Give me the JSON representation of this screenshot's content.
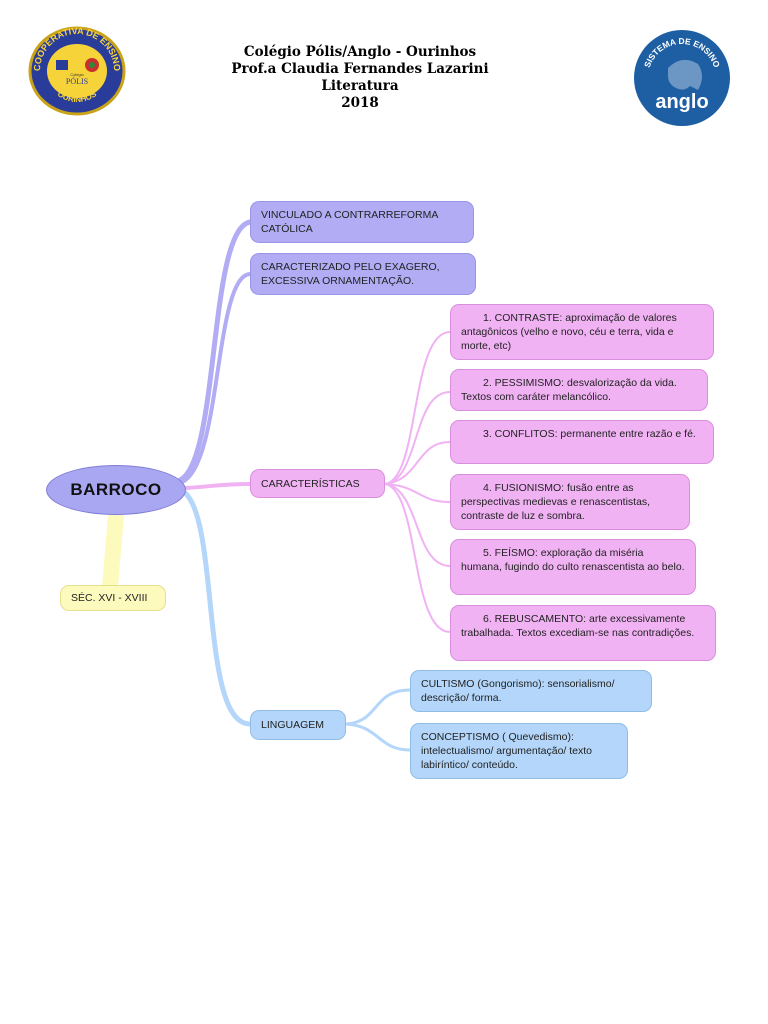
{
  "header": {
    "line1": "Colégio Pólis/Anglo - Ourinhos",
    "line2": "Prof.a Claudia Fernandes Lazarini",
    "line3": "Literatura",
    "line4": "2018"
  },
  "logos": {
    "left_ring_top": "COOPERATIVA DE ENSINO",
    "left_ring_bottom": "OURINHOS",
    "left_center": "PÓLIS",
    "left_center_small": "Colégio",
    "right_ring": "SISTEMA DE ENSINO",
    "right_word": "anglo"
  },
  "root": {
    "label": "BARROCO"
  },
  "period": {
    "label": "SÉC. XVI - XVIII"
  },
  "branches": {
    "contrarreforma": "VINCULADO A CONTRARREFORMA CATÓLICA",
    "exagero": "CARACTERIZADO PELO EXAGERO, EXCESSIVA ORNAMENTAÇÃO.",
    "caracteristicas": "CARACTERÍSTICAS",
    "linguagem": "LINGUAGEM"
  },
  "characteristics": [
    "1. CONTRASTE: aproximação de valores antagônicos (velho e novo, céu e terra, vida e morte, etc)",
    "2. PESSIMISMO: desvalorização da vida. Textos com caráter melancólico.",
    "3. CONFLITOS: permanente entre razão e fé.",
    "4. FUSIONISMO: fusão entre as perspectivas medievas e renascentistas, contraste de luz e sombra.",
    "5. FEÍSMO: exploração da miséria humana, fugindo do culto renascentista ao belo.",
    "6. REBUSCAMENTO: arte excessivamente trabalhada. Textos excediam-se nas contradições."
  ],
  "language": [
    "CULTISMO (Gongorismo): sensorialismo/ descrição/ forma.",
    "CONCEPTISMO ( Quevedismo): intelectualismo/ argumentação/ texto labiríntico/ conteúdo."
  ],
  "colors": {
    "purple": "#b1acf4",
    "pink": "#f1b2f4",
    "blue": "#b3d6fa",
    "yellow": "#fdfabd",
    "anglo_blue": "#1e5fa3"
  }
}
